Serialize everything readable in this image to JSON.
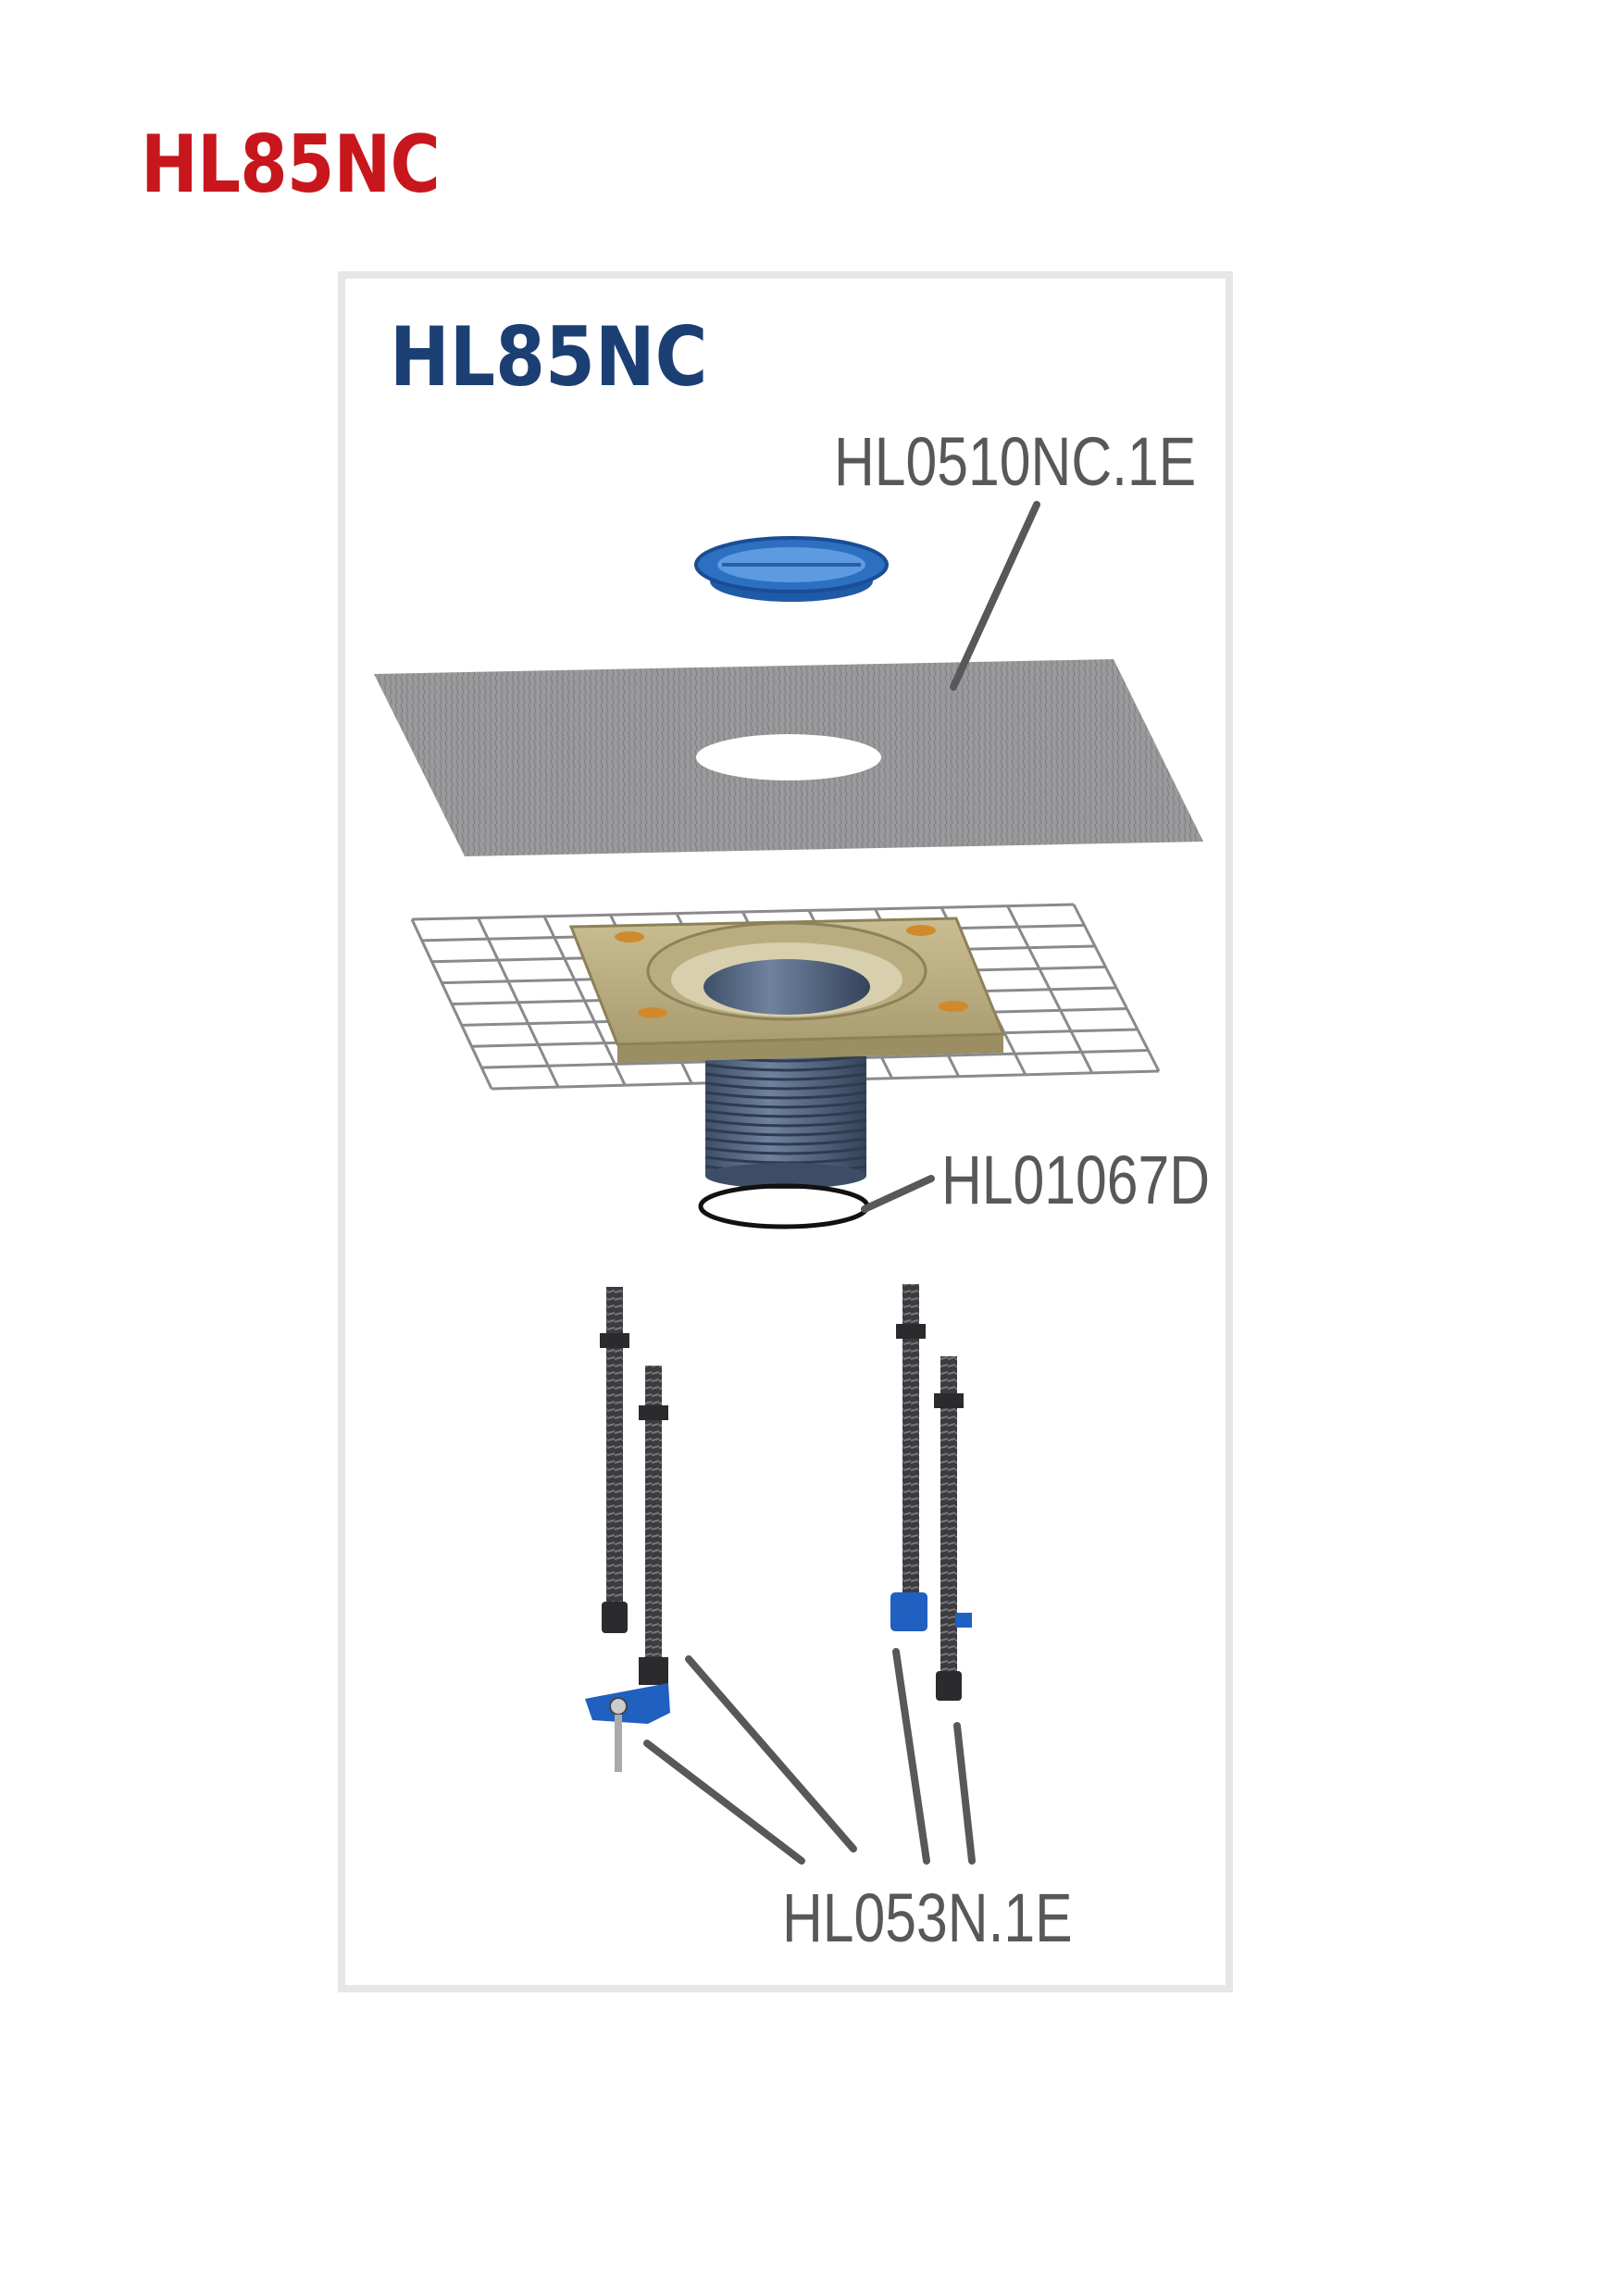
{
  "page": {
    "title": "HL85NC"
  },
  "diagram": {
    "title": "HL85NC",
    "labels": {
      "membrane": "HL0510NC.1E",
      "o_ring": "HL01067D",
      "rods": "HL053N.1E"
    }
  },
  "colors": {
    "title_red": "#c8161d",
    "title_blue": "#1c3f73",
    "label_gray": "#58585a"
  }
}
